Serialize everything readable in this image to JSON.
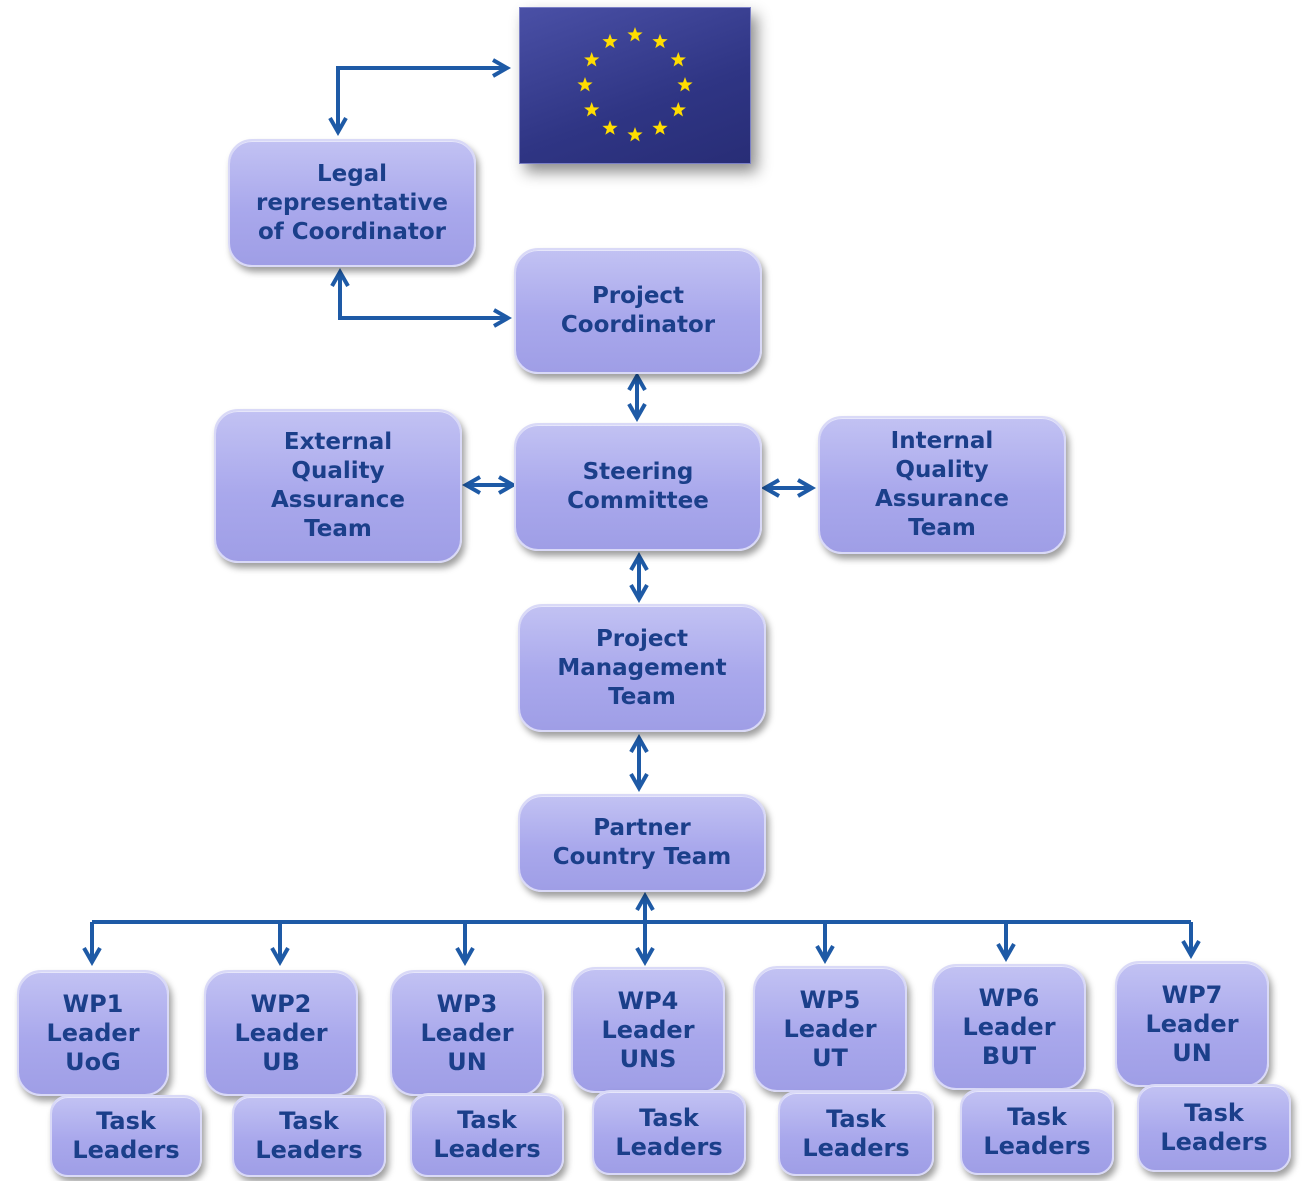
{
  "colors": {
    "box_fill": "#a9a8ec",
    "box_text": "#1b3f8a",
    "arrow": "#1e5aa6",
    "flag_blue": "#2f3584",
    "flag_star": "#ffdd00"
  },
  "flag": {
    "icon": "eu-flag-icon"
  },
  "nodes": {
    "legal": "Legal\nrepresentative\nof Coordinator",
    "coordinator": "Project\nCoordinator",
    "steering": "Steering\nCommittee",
    "external_qa": "External\nQuality\nAssurance\nTeam",
    "internal_qa": "Internal\nQuality\nAssurance\nTeam",
    "pmt": "Project\nManagement\nTeam",
    "pct": "Partner\nCountry Team"
  },
  "wps": [
    {
      "label": "WP1\nLeader\nUoG",
      "task": "Task\nLeaders"
    },
    {
      "label": "WP2\nLeader\nUB",
      "task": "Task\nLeaders"
    },
    {
      "label": "WP3\nLeader\nUN",
      "task": "Task\nLeaders"
    },
    {
      "label": "WP4\nLeader\nUNS",
      "task": "Task\nLeaders"
    },
    {
      "label": "WP5\nLeader\nUT",
      "task": "Task\nLeaders"
    },
    {
      "label": "WP6\nLeader\nBUT",
      "task": "Task\nLeaders"
    },
    {
      "label": "WP7\nLeader\nUN",
      "task": "Task\nLeaders"
    }
  ]
}
